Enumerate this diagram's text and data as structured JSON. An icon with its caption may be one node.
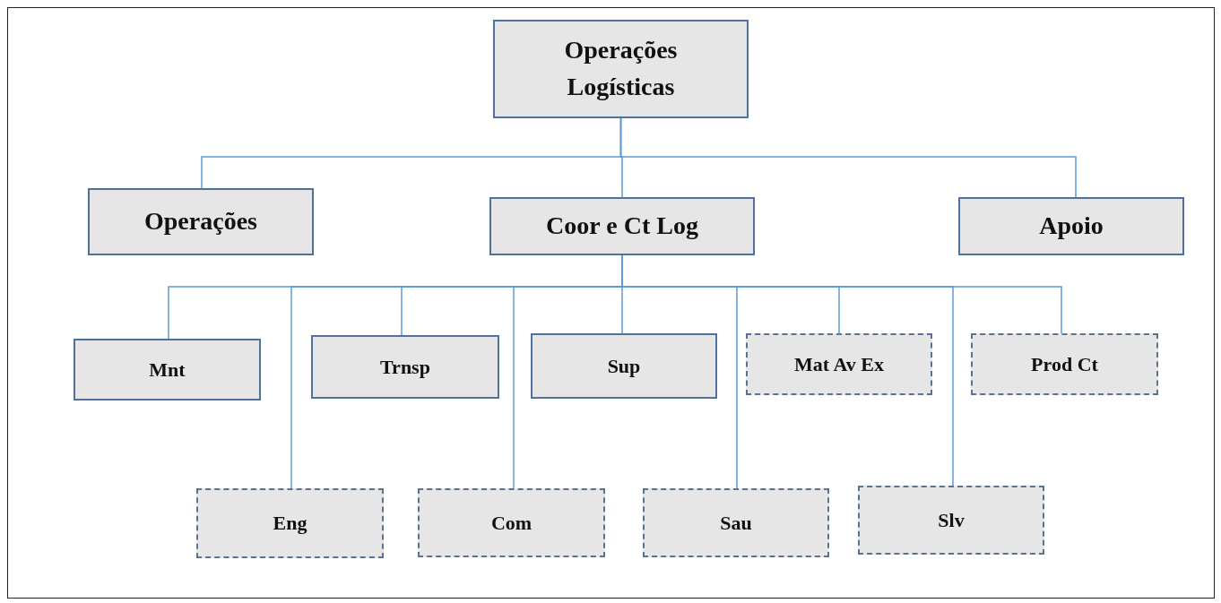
{
  "diagram": {
    "nodes": [
      {
        "text": [
          "Operações Logísticas"
        ]
      },
      {
        "text": [
          "Operações"
        ]
      },
      {
        "text": [
          "Coor e Ct Log"
        ]
      },
      {
        "text": [
          "Apoio"
        ]
      },
      {
        "text": [
          "Mnt"
        ]
      },
      {
        "text": [
          "Trnsp"
        ]
      },
      {
        "text": [
          "Sup"
        ]
      },
      {
        "text": [
          "Mat Av Ex"
        ]
      },
      {
        "text": [
          "Prod Ct"
        ]
      },
      {
        "text": [
          "Eng"
        ]
      },
      {
        "text": [
          "Com"
        ]
      },
      {
        "text": [
          "Sau"
        ]
      },
      {
        "text": [
          "Slv"
        ]
      }
    ],
    "edges": [
      {
        "from": 0,
        "to": 1,
        "arrow": "none"
      },
      {
        "from": 0,
        "to": 2,
        "arrow": "none"
      },
      {
        "from": 0,
        "to": 3,
        "arrow": "none"
      },
      {
        "from": 2,
        "to": 4,
        "arrow": "none"
      },
      {
        "from": 2,
        "to": 5,
        "arrow": "none"
      },
      {
        "from": 2,
        "to": 6,
        "arrow": "none"
      },
      {
        "from": 2,
        "to": 7,
        "arrow": "none"
      },
      {
        "from": 2,
        "to": 8,
        "arrow": "none"
      },
      {
        "from": 2,
        "to": 9,
        "arrow": "none"
      },
      {
        "from": 2,
        "to": 10,
        "arrow": "none"
      },
      {
        "from": 2,
        "to": 11,
        "arrow": "none"
      },
      {
        "from": 2,
        "to": 12,
        "arrow": "none"
      }
    ]
  }
}
